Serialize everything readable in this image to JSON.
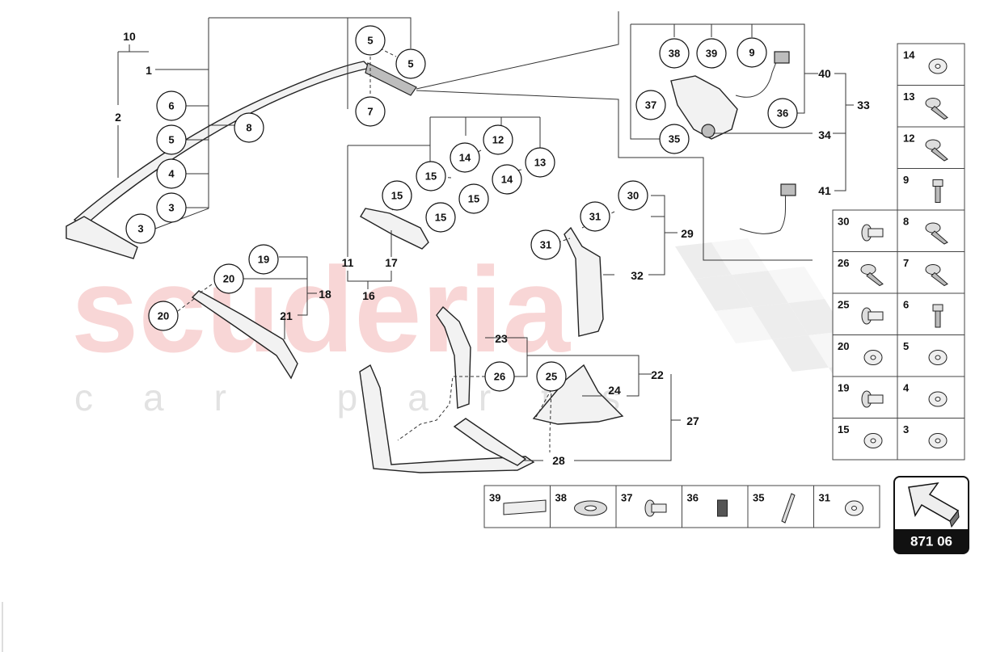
{
  "watermark": {
    "brand": "scuderia",
    "tagline": "car parts"
  },
  "diagram_number": "871 06",
  "callouts": [
    {
      "id": "c5a",
      "text": "5"
    },
    {
      "id": "c5b",
      "text": "5"
    },
    {
      "id": "c7",
      "text": "7"
    },
    {
      "id": "c6",
      "text": "6"
    },
    {
      "id": "c5c",
      "text": "5"
    },
    {
      "id": "c8",
      "text": "8"
    },
    {
      "id": "c4",
      "text": "4"
    },
    {
      "id": "c3a",
      "text": "3"
    },
    {
      "id": "c3b",
      "text": "3"
    },
    {
      "id": "c38",
      "text": "38"
    },
    {
      "id": "c39",
      "text": "39"
    },
    {
      "id": "c9",
      "text": "9"
    },
    {
      "id": "c37",
      "text": "37"
    },
    {
      "id": "c36",
      "text": "36"
    },
    {
      "id": "c35",
      "text": "35"
    },
    {
      "id": "c12",
      "text": "12"
    },
    {
      "id": "c14a",
      "text": "14"
    },
    {
      "id": "c13",
      "text": "13"
    },
    {
      "id": "c15a",
      "text": "15"
    },
    {
      "id": "c14b",
      "text": "14"
    },
    {
      "id": "c15b",
      "text": "15"
    },
    {
      "id": "c15c",
      "text": "15"
    },
    {
      "id": "c15d",
      "text": "15"
    },
    {
      "id": "c30",
      "text": "30"
    },
    {
      "id": "c31a",
      "text": "31"
    },
    {
      "id": "c31b",
      "text": "31"
    },
    {
      "id": "c19",
      "text": "19"
    },
    {
      "id": "c20a",
      "text": "20"
    },
    {
      "id": "c20b",
      "text": "20"
    },
    {
      "id": "c26",
      "text": "26"
    },
    {
      "id": "c25",
      "text": "25"
    }
  ],
  "labels": [
    {
      "id": "l10",
      "text": "10"
    },
    {
      "id": "l1",
      "text": "1"
    },
    {
      "id": "l2",
      "text": "2"
    },
    {
      "id": "l40",
      "text": "40"
    },
    {
      "id": "l33",
      "text": "33"
    },
    {
      "id": "l34",
      "text": "34"
    },
    {
      "id": "l41",
      "text": "41"
    },
    {
      "id": "l29",
      "text": "29"
    },
    {
      "id": "l32",
      "text": "32"
    },
    {
      "id": "l11",
      "text": "11"
    },
    {
      "id": "l17",
      "text": "17"
    },
    {
      "id": "l16",
      "text": "16"
    },
    {
      "id": "l18",
      "text": "18"
    },
    {
      "id": "l21",
      "text": "21"
    },
    {
      "id": "l23",
      "text": "23"
    },
    {
      "id": "l22",
      "text": "22"
    },
    {
      "id": "l24",
      "text": "24"
    },
    {
      "id": "l27",
      "text": "27"
    },
    {
      "id": "l28",
      "text": "28"
    }
  ],
  "legend_right": [
    {
      "left": "14",
      "right": ""
    },
    {
      "left": "13",
      "right": ""
    },
    {
      "left": "12",
      "right": ""
    },
    {
      "left": "9",
      "right": ""
    },
    {
      "left": "30",
      "right": "8"
    },
    {
      "left": "26",
      "right": "7"
    },
    {
      "left": "25",
      "right": "6"
    },
    {
      "left": "20",
      "right": "5"
    },
    {
      "left": "19",
      "right": "4"
    },
    {
      "left": "15",
      "right": "3"
    }
  ],
  "legend_bottom": [
    "39",
    "38",
    "37",
    "36",
    "35",
    "31"
  ]
}
